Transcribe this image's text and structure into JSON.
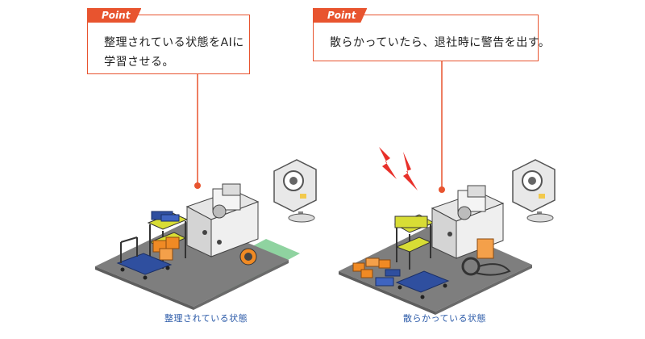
{
  "left": {
    "tag": "Point",
    "text_line1": "整理されている状態をAIに",
    "text_line2": "学習させる。",
    "caption": "整理されている状態"
  },
  "right": {
    "tag": "Point",
    "text_line1": "散らかっていたら、退社時に警告を出す。",
    "caption": "散らかっている状態"
  },
  "colors": {
    "accent": "#e8542f",
    "floor": "#7a7a7a",
    "zone": "#8fd3a0",
    "cart": "#2f4f9f",
    "crate": "#f08a24",
    "shelf": "#d8dd35",
    "caption": "#2b5aa8"
  },
  "icons": {
    "camera": "security-camera-icon",
    "alert": "lightning-alert-icon"
  }
}
